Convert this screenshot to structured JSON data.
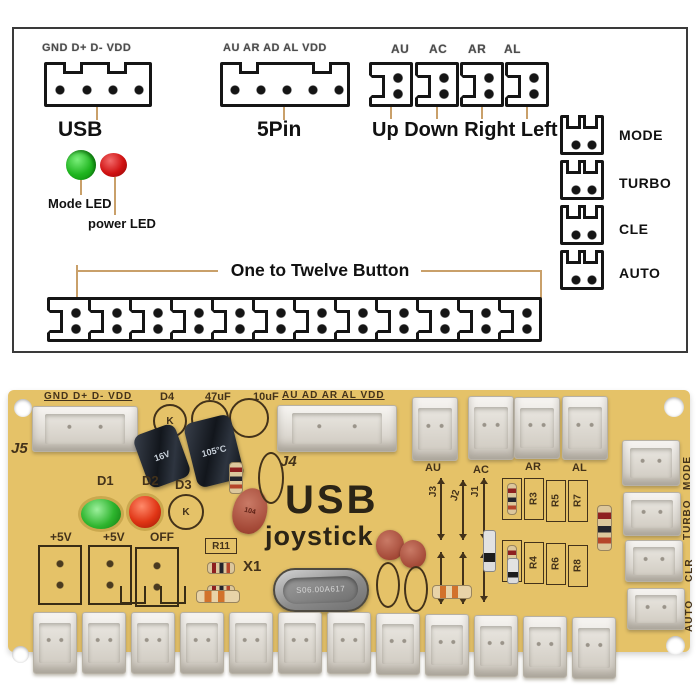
{
  "colors": {
    "board": "#e5c268",
    "silk": "#43321a",
    "leader": "#c9a06a",
    "mode_led": "#1fb51f",
    "power_led": "#d01212"
  },
  "diagram": {
    "usb_pins": "GND D+ D- VDD",
    "usb_label": "USB",
    "fivepin_pins": "AU AR AD AL VDD",
    "fivepin_label": "5Pin",
    "dir_pins": [
      "AU",
      "AC",
      "AR",
      "AL"
    ],
    "dir_label": "Up Down Right Left",
    "side_labels": [
      "MODE",
      "TURBO",
      "CLE",
      "AUTO"
    ],
    "mode_led_label": "Mode LED",
    "power_led_label": "power LED",
    "button_row_label": "One to Twelve Button",
    "button_count": 12
  },
  "pcb": {
    "j5_pins": "GND D+ D-  VDD",
    "j5": "J5",
    "d4": "D4",
    "cap47": "47uF",
    "cap10": "10uF",
    "cap1_text": "16V",
    "cap2_text": "105°C",
    "k_mark": "K",
    "j4_pins": "AU AD AR AL VDD",
    "j4": "J4",
    "title": "USB",
    "subtitle": "joystick",
    "d1": "D1",
    "d2": "D2",
    "d3": "D3",
    "plus5_a": "+5V",
    "plus5_b": "+5V",
    "off": "OFF",
    "r11": "R11",
    "x1": "X1",
    "crystal": "S06.00A617",
    "disc": "104",
    "dir_labels": [
      "AU",
      "AC",
      "AR",
      "AL"
    ],
    "j_labels": [
      "J3",
      "J2",
      "J1"
    ],
    "res_top": [
      "R3",
      "R5",
      "R7"
    ],
    "res_bottom": [
      "R4",
      "R6",
      "R8"
    ],
    "side_labels": [
      "MODE",
      "TURBO",
      "CLR",
      "AUTO"
    ]
  }
}
